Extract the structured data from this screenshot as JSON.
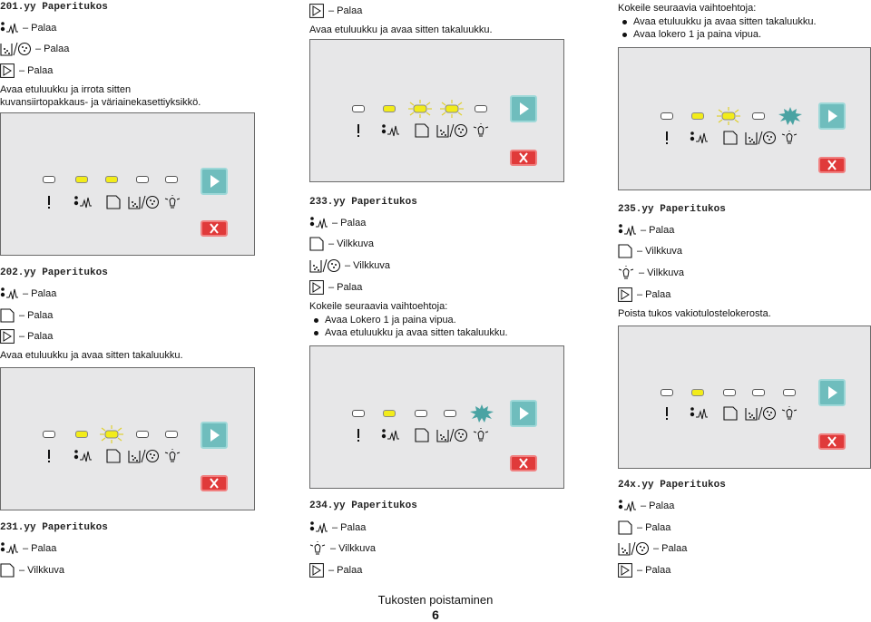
{
  "page": {
    "footer_title": "Tukosten poistaminen",
    "page_number": "6"
  },
  "colors": {
    "led_on": "#f2ec1a",
    "led_off": "#ffffff",
    "go_button": "#6fbdbd",
    "stop_button": "#e03a3a",
    "blink_green": "#4aa3a3",
    "panel_bg": "#e7e7e8"
  },
  "icons": [
    "exclamation-icon",
    "paper-jam-icon",
    "load-paper-icon",
    "toner-icon",
    "ready-light-icon",
    "continue-icon",
    "cancel-icon"
  ],
  "col1": {
    "top": {
      "code": "201.yy Paperitukos",
      "row1": "– Palaa",
      "row2": "– Palaa",
      "row3": "– Palaa",
      "instruction": "Avaa etuluukku ja irrota sitten kuvansiirtopakkaus- ja väriainekasettiyksikkö."
    },
    "b202": {
      "code": "202.yy Paperitukos",
      "row1": "– Palaa",
      "row2": "– Palaa",
      "row3": "– Palaa",
      "instruction": "Avaa etuluukku ja avaa sitten takaluukku."
    },
    "b231": {
      "code": "231.yy Paperitukos",
      "row1": "– Palaa",
      "row2": "– Vilkkuva"
    }
  },
  "col2": {
    "top": {
      "row1": "– Palaa",
      "instruction": "Avaa etuluukku ja avaa sitten takaluukku."
    },
    "b233": {
      "code": "233.yy Paperitukos",
      "row1": "– Palaa",
      "row2": "– Vilkkuva",
      "row3": "– Vilkkuva",
      "row4": "– Palaa",
      "intro": "Kokeile seuraavia vaihtoehtoja:",
      "options": [
        "Avaa Lokero 1 ja paina vipua.",
        "Avaa etuluukku ja avaa sitten takaluukku."
      ]
    },
    "b234": {
      "code": "234.yy Paperitukos",
      "row1": "– Palaa",
      "row2": "– Vilkkuva",
      "row3": "– Palaa"
    }
  },
  "col3": {
    "top": {
      "intro": "Kokeile seuraavia vaihtoehtoja:",
      "options": [
        "Avaa etuluukku ja avaa sitten takaluukku.",
        "Avaa lokero 1 ja paina vipua."
      ]
    },
    "b235": {
      "code": "235.yy Paperitukos",
      "row1": "– Palaa",
      "row2": "– Vilkkuva",
      "row3": "– Vilkkuva",
      "row4": "– Palaa",
      "instruction": "Poista tukos vakiotulostelokerosta."
    },
    "b24x": {
      "code": "24x.yy Paperitukos",
      "row1": "– Palaa",
      "row2": "– Palaa",
      "row3": "– Palaa",
      "row4": "– Palaa"
    }
  }
}
